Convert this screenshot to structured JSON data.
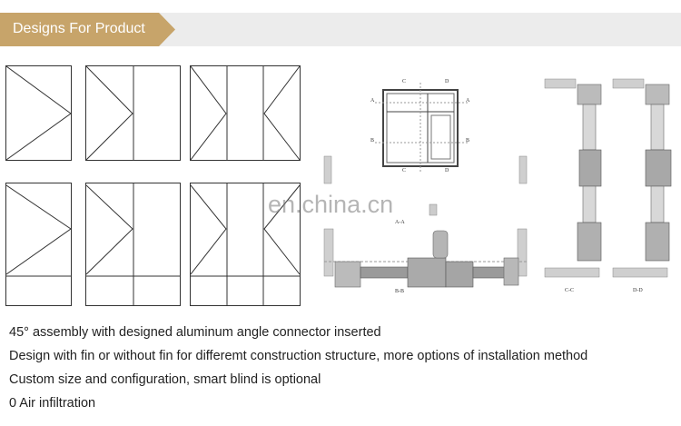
{
  "banner": {
    "title": "Designs For Product",
    "accent": "#c7a46a"
  },
  "watermark": "en.china.cn",
  "section_labels": {
    "a_left": "A",
    "a_right": "A",
    "b_left": "B",
    "b_right": "B",
    "c_top": "C",
    "d_top": "D",
    "c_bottom": "C",
    "d_bottom": "D",
    "aa": "A-A",
    "bb": "B-B",
    "cc": "C-C",
    "dd": "D-D"
  },
  "features": [
    "45° assembly with designed aluminum angle connector inserted",
    "Design with fin or without fin for differemt construction structure, more options of installation method",
    "Custom size and configuration, smart blind is optional",
    "0 Air infiltration"
  ]
}
